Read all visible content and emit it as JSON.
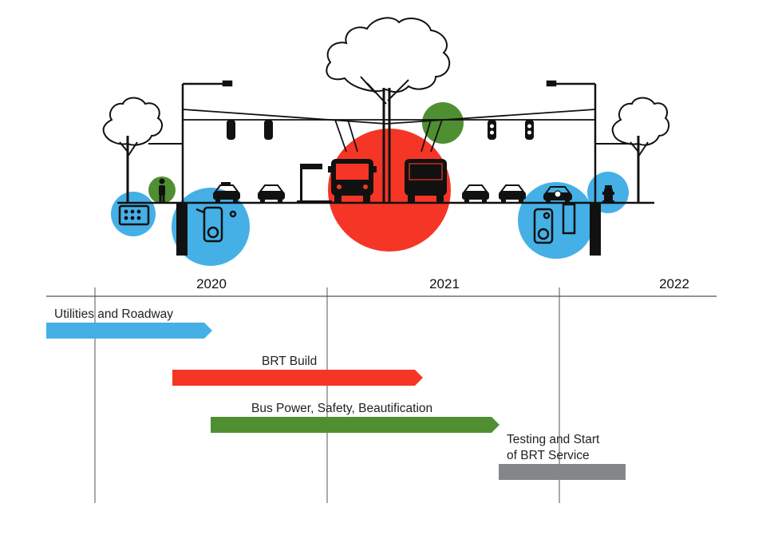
{
  "colors": {
    "utilities": "#45b0e6",
    "brt": "#f53526",
    "power": "#4f8f31",
    "testing": "#858687",
    "line": "#111111",
    "axis": "#555555"
  },
  "timeline": {
    "years": [
      "2020",
      "2021",
      "2022"
    ],
    "tasks": [
      {
        "label": "Utilities and Roadway",
        "color": "#45b0e6"
      },
      {
        "label": "BRT Build",
        "color": "#f53526"
      },
      {
        "label": "Bus Power, Safety, Beautification",
        "color": "#4f8f31"
      },
      {
        "label_lines": [
          "Testing and Start",
          "of BRT Service"
        ],
        "color": "#858687"
      }
    ]
  },
  "icons": [
    "tree-icon",
    "streetlight-icon",
    "traffic-signal-icon",
    "pedestrian-icon",
    "utility-vault-icon",
    "utility-pipe-icon",
    "taxi-icon",
    "car-icon",
    "brt-station-icon",
    "bus-icon",
    "police-car-icon",
    "fire-hydrant-icon"
  ]
}
